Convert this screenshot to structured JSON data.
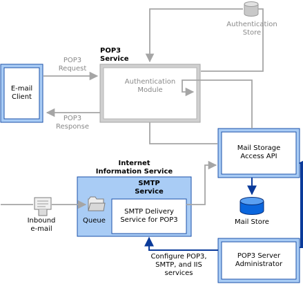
{
  "colors": {
    "blue_fill": "#a9ccf5",
    "blue_border": "#1a4fa8",
    "blue_arrow": "#0a3a9a",
    "gray_arrow": "#a5a5a5",
    "gray_fill": "#d0d0d0",
    "gray_text": "#888888"
  },
  "nodes": {
    "email_client": "E-mail\nClient",
    "authentication_store": "Authentication\nStore",
    "pop3_service": "POP3\nService",
    "authentication_module": "Authentication\nModule",
    "mail_storage_access_api": "Mail Storage\nAccess API",
    "internet_information_service": "Internet\nInformation Service",
    "smtp_service": "SMTP\nService",
    "smtp_delivery_service": "SMTP Delivery\nService for POP3",
    "queue": "Queue",
    "mail_store": "Mail Store",
    "pop3_server_administrator": "POP3 Server\nAdministrator"
  },
  "labels": {
    "pop3_request": "POP3\nRequest",
    "pop3_response": "POP3\nResponse",
    "inbound_email": "Inbound\ne-mail",
    "configure": "Configure POP3,\nSMTP, and IIS\nservices"
  },
  "icons": [
    "database-icon",
    "database-icon",
    "envelope-icon",
    "queue-folder-icon"
  ]
}
